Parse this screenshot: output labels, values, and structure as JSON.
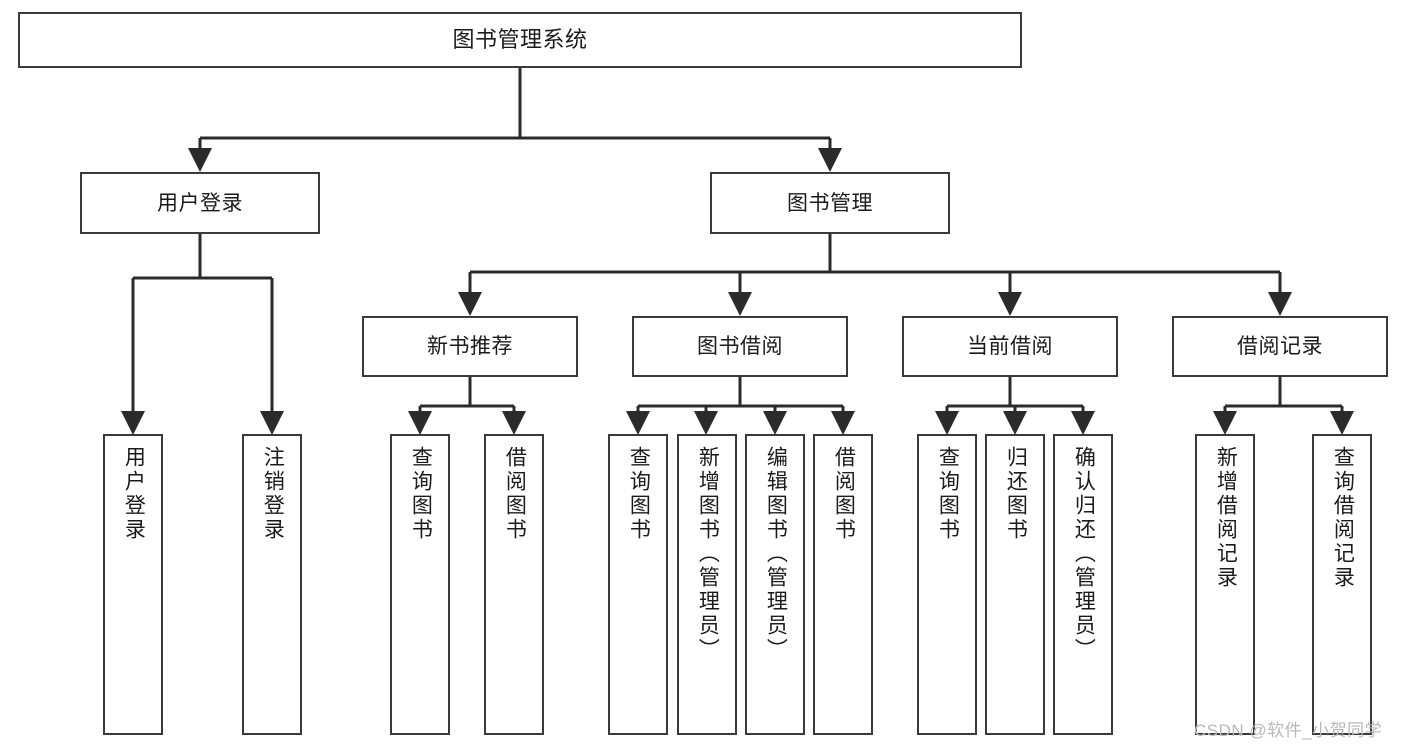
{
  "diagram": {
    "title": "图书管理系统",
    "type": "hierarchy-tree",
    "background_color": "#ffffff",
    "border_color": "#3a3a3a",
    "text_color": "#1b1b1b",
    "watermark": "CSDN @软件_小贺同学"
  },
  "nodes": {
    "root": {
      "label": "图书管理系统"
    },
    "level2": [
      {
        "id": "user-login",
        "label": "用户登录"
      },
      {
        "id": "book-manage",
        "label": "图书管理"
      }
    ],
    "level3": [
      {
        "id": "new-book-recommend",
        "label": "新书推荐"
      },
      {
        "id": "book-borrow",
        "label": "图书借阅"
      },
      {
        "id": "current-borrow",
        "label": "当前借阅"
      },
      {
        "id": "borrow-record",
        "label": "借阅记录"
      }
    ],
    "leaves": {
      "user_login": [
        {
          "id": "leaf-user-login",
          "label": "用户登录"
        },
        {
          "id": "leaf-logout-login",
          "label": "注销登录"
        }
      ],
      "new_book_recommend": [
        {
          "id": "leaf-query-book-1",
          "label": "查询图书"
        },
        {
          "id": "leaf-borrow-book-1",
          "label": "借阅图书"
        }
      ],
      "book_borrow": [
        {
          "id": "leaf-query-book-2",
          "label": "查询图书"
        },
        {
          "id": "leaf-add-book",
          "label": "新增图书（管理员）"
        },
        {
          "id": "leaf-edit-book",
          "label": "编辑图书（管理员）"
        },
        {
          "id": "leaf-borrow-book-2",
          "label": "借阅图书"
        }
      ],
      "current_borrow": [
        {
          "id": "leaf-query-book-3",
          "label": "查询图书"
        },
        {
          "id": "leaf-return-book",
          "label": "归还图书"
        },
        {
          "id": "leaf-confirm-return",
          "label": "确认归还（管理员）"
        }
      ],
      "borrow_record": [
        {
          "id": "leaf-add-record",
          "label": "新增借阅记录"
        },
        {
          "id": "leaf-query-record",
          "label": "查询借阅记录"
        }
      ]
    }
  }
}
